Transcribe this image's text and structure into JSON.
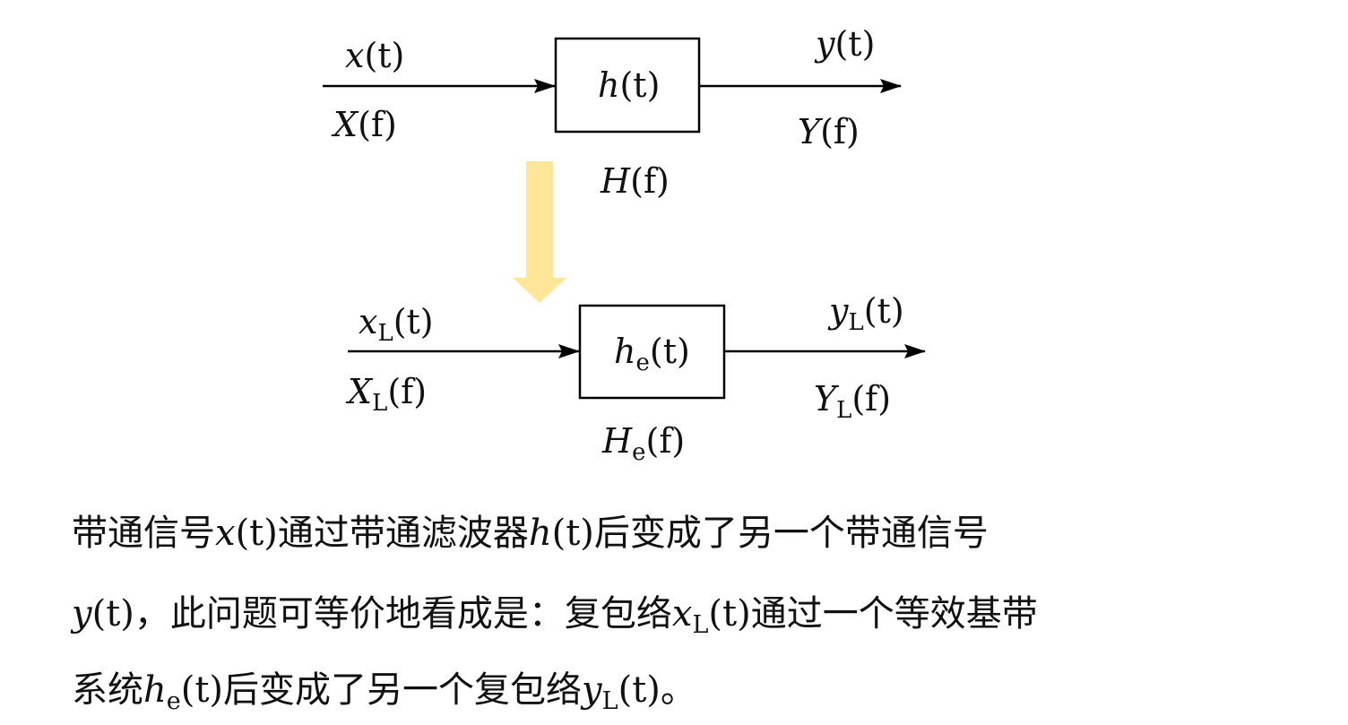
{
  "top": {
    "input_time": {
      "base": "x",
      "rest": "(t)"
    },
    "input_freq": {
      "base": "X",
      "rest": "(f)"
    },
    "system_time": {
      "base": "h",
      "rest": "(t)"
    },
    "system_freq": {
      "base": "H",
      "rest": "(f)"
    },
    "output_time": {
      "base": "y",
      "rest": "(t)"
    },
    "output_freq": {
      "base": "Y",
      "rest": "(f)"
    }
  },
  "bottom": {
    "input_time": {
      "base": "x",
      "sub": "L",
      "rest": "(t)"
    },
    "input_freq": {
      "base": "X",
      "sub": "L",
      "rest": "(f)"
    },
    "system_time": {
      "base": "h",
      "sub": "e",
      "rest": "(t)"
    },
    "system_freq": {
      "base": "H",
      "sub": "e",
      "rest": "(f)"
    },
    "output_time": {
      "base": "y",
      "sub": "L",
      "rest": "(t)"
    },
    "output_freq": {
      "base": "Y",
      "sub": "L",
      "rest": "(f)"
    }
  },
  "colors": {
    "arrow_yellow": "#FFE699",
    "line": "#000000"
  },
  "paragraph": [
    [
      {
        "t": "带通信号"
      },
      {
        "t": "x",
        "m": 1
      },
      {
        "t": "(t)",
        "m": 2
      },
      {
        "t": "通过带通滤波器"
      },
      {
        "t": "h",
        "m": 1
      },
      {
        "t": "(t)",
        "m": 2
      },
      {
        "t": "后变成了另一个带通信号"
      }
    ],
    [
      {
        "t": "y",
        "m": 1
      },
      {
        "t": "(t)",
        "m": 2
      },
      {
        "t": "，此问题可等价地看成是：复包络"
      },
      {
        "t": "x",
        "m": 1
      },
      {
        "t": "L",
        "s": 1
      },
      {
        "t": "(t)",
        "m": 2
      },
      {
        "t": "通过一个等效基带"
      }
    ],
    [
      {
        "t": "系统"
      },
      {
        "t": "h",
        "m": 1
      },
      {
        "t": "e",
        "s": 1
      },
      {
        "t": "(t)",
        "m": 2
      },
      {
        "t": "后变成了另一个复包络"
      },
      {
        "t": "y",
        "m": 1
      },
      {
        "t": "L",
        "s": 1
      },
      {
        "t": "(t)",
        "m": 2
      },
      {
        "t": "。"
      }
    ]
  ]
}
